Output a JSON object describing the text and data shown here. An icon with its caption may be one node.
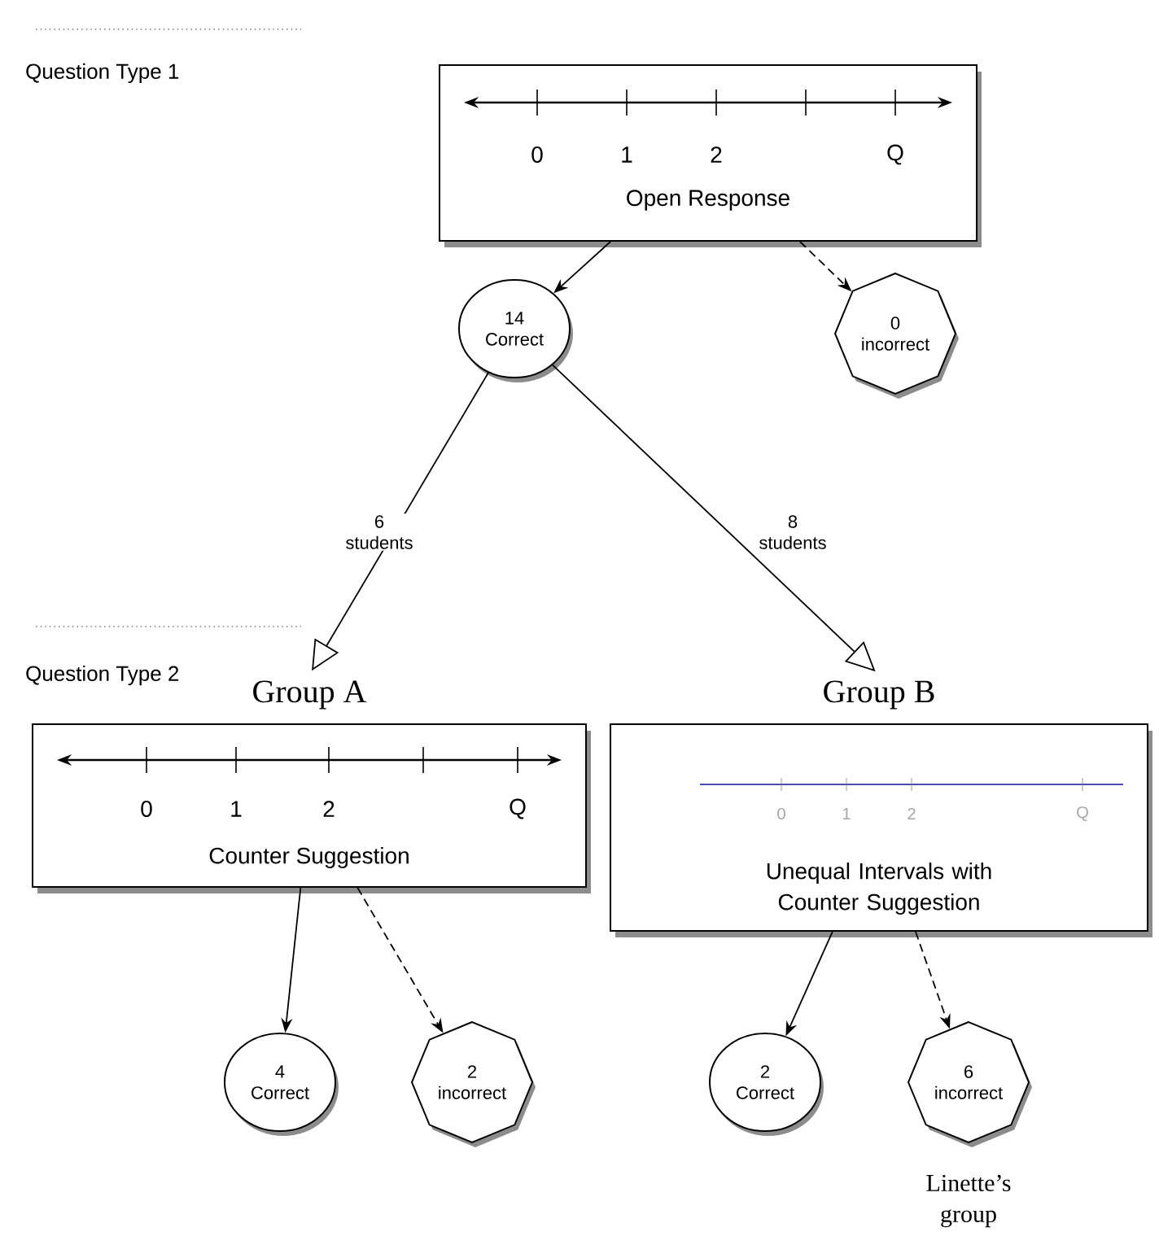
{
  "diagram": {
    "nodes": [
      {
        "text": [
          "0",
          "1",
          "2",
          "Q",
          "Open Response"
        ]
      },
      {
        "text": [
          "14 Correct"
        ]
      },
      {
        "text": [
          "0 incorrect"
        ]
      },
      {
        "text": [
          "Group A",
          "0",
          "1",
          "2",
          "Q",
          "Counter Suggestion"
        ]
      },
      {
        "text": [
          "Group B",
          "0",
          "1",
          "2",
          "Q",
          "Unequal Intervals with Counter Suggestion"
        ]
      },
      {
        "text": [
          "4 Correct"
        ]
      },
      {
        "text": [
          "2 incorrect"
        ]
      },
      {
        "text": [
          "2 Correct"
        ]
      },
      {
        "text": [
          "6 incorrect"
        ],
        "beside": [
          "Linette’s group"
        ]
      }
    ],
    "edges": [
      {
        "from": 0,
        "to": 1,
        "arrow": "to"
      },
      {
        "from": 0,
        "to": 2,
        "arrow": "to",
        "style": "dashed"
      },
      {
        "from": 1,
        "to": 3,
        "arrow": "to",
        "label": "6 students"
      },
      {
        "from": 1,
        "to": 4,
        "arrow": "to",
        "label": "8 students"
      },
      {
        "from": 3,
        "to": 5,
        "arrow": "to"
      },
      {
        "from": 3,
        "to": 6,
        "arrow": "to",
        "style": "dashed"
      },
      {
        "from": 4,
        "to": 7,
        "arrow": "to"
      },
      {
        "from": 4,
        "to": 8,
        "arrow": "to",
        "style": "dashed"
      }
    ],
    "labels": [
      "Question Type 1",
      "Question Type 2"
    ]
  }
}
